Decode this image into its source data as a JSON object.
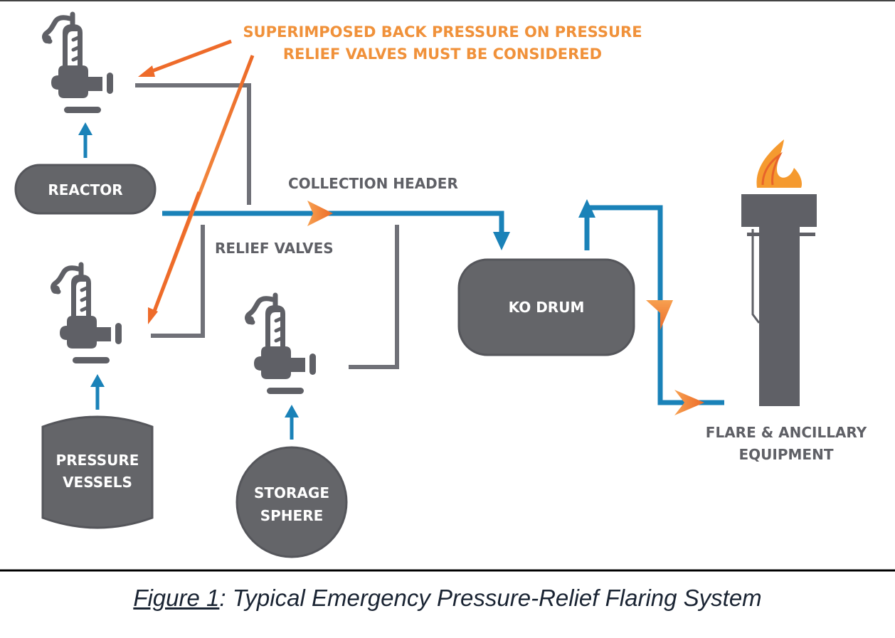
{
  "colors": {
    "equipment_gray": "#5f6066",
    "pipe_gray": "#707178",
    "flow_blue": "#1a82b8",
    "callout_orange": "#f0913a",
    "arrow_orange": "#ee6b2a",
    "caption_text": "#1a2433"
  },
  "callout": {
    "line1": "SUPERIMPOSED BACK PRESSURE ON PRESSURE",
    "line2": "RELIEF VALVES MUST BE CONSIDERED"
  },
  "labels": {
    "collection_header": "COLLECTION HEADER",
    "relief_valves": "RELIEF VALVES",
    "reactor": "REACTOR",
    "pressure_vessels_1": "PRESSURE",
    "pressure_vessels_2": "VESSELS",
    "storage_sphere_1": "STORAGE",
    "storage_sphere_2": "SPHERE",
    "ko_drum": "KO DRUM",
    "flare_1": "FLARE & ANCILLARY",
    "flare_2": "EQUIPMENT"
  },
  "caption": {
    "figure_ref": "Figure 1",
    "separator": ":",
    "title": " Typical Emergency Pressure-Relief Flaring System"
  }
}
